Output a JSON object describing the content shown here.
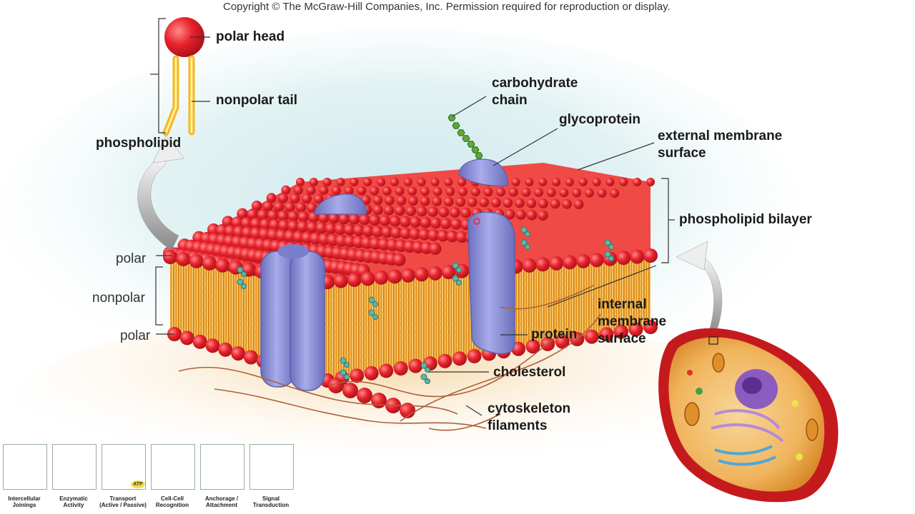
{
  "copyright": "Copyright © The McGraw-Hill Companies, Inc. Permission required for reproduction or display.",
  "labels": {
    "polar_head": "polar head",
    "nonpolar_tail": "nonpolar tail",
    "phospholipid": "phospholipid",
    "carbohydrate_chain_1": "carbohydrate",
    "carbohydrate_chain_2": "chain",
    "glycoprotein": "glycoprotein",
    "external_1": "external membrane",
    "external_2": "surface",
    "bilayer": "phospholipid bilayer",
    "polar_top": "polar",
    "nonpolar": "nonpolar",
    "polar_bottom": "polar",
    "internal_1": "internal",
    "internal_2": "membrane",
    "internal_3": "surface",
    "protein": "protein",
    "cholesterol": "cholesterol",
    "cytoskeleton_1": "cytoskeleton",
    "cytoskeleton_2": "filaments"
  },
  "thumbnails": [
    {
      "label": "Intercellular\nJoinings"
    },
    {
      "label": "Enzymatic\nActivity"
    },
    {
      "label": "Transport\n(Active / Passive)",
      "badge": "ATP"
    },
    {
      "label": "Cell-Cell\nRecognition"
    },
    {
      "label": "Anchorage /\nAttachment"
    },
    {
      "label": "Signal\nTransduction"
    }
  ],
  "colors": {
    "head": "#e8222c",
    "tail": "#f2a020",
    "protein": "#8e93d8",
    "cholesterol": "#5fb5a8",
    "chain": "#5ea83a",
    "filament": "#b0603a"
  }
}
